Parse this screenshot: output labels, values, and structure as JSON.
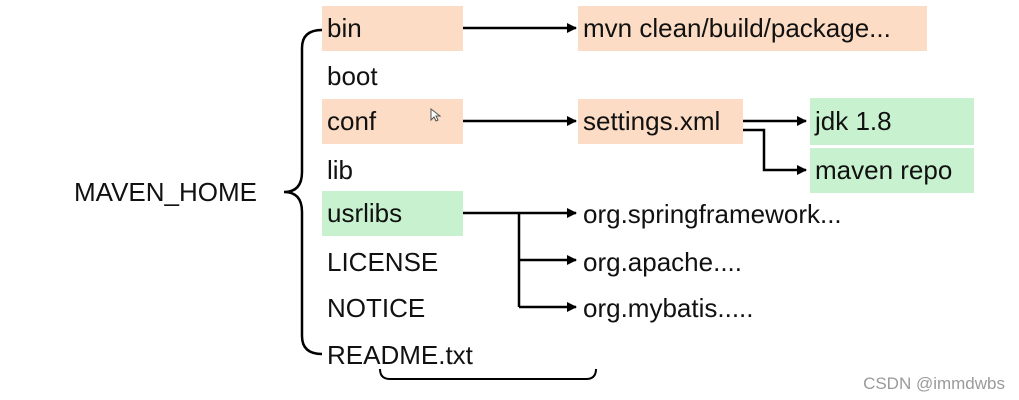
{
  "colors": {
    "orange_box": "#fcdcc4",
    "green_box": "#c8f2cf",
    "line": "#000000",
    "watermark": "#9a9a9a"
  },
  "root": {
    "label": "MAVEN_HOME"
  },
  "dirs": {
    "bin": "bin",
    "boot": "boot",
    "conf": "conf",
    "lib": "lib",
    "usrlibs": "usrlibs",
    "license": "LICENSE",
    "notice": "NOTICE",
    "readme": "README.txt"
  },
  "bin_target": {
    "label": "mvn clean/build/package..."
  },
  "conf_target": {
    "label": "settings.xml",
    "children": {
      "jdk": "jdk 1.8",
      "repo": "maven repo"
    }
  },
  "usrlibs_targets": {
    "spring": "org.springframework...",
    "apache": "org.apache....",
    "mybatis": "org.mybatis....."
  },
  "watermark": {
    "text": "CSDN @immdwbs"
  },
  "icons": {
    "cursor": "mouse-pointer-icon"
  }
}
